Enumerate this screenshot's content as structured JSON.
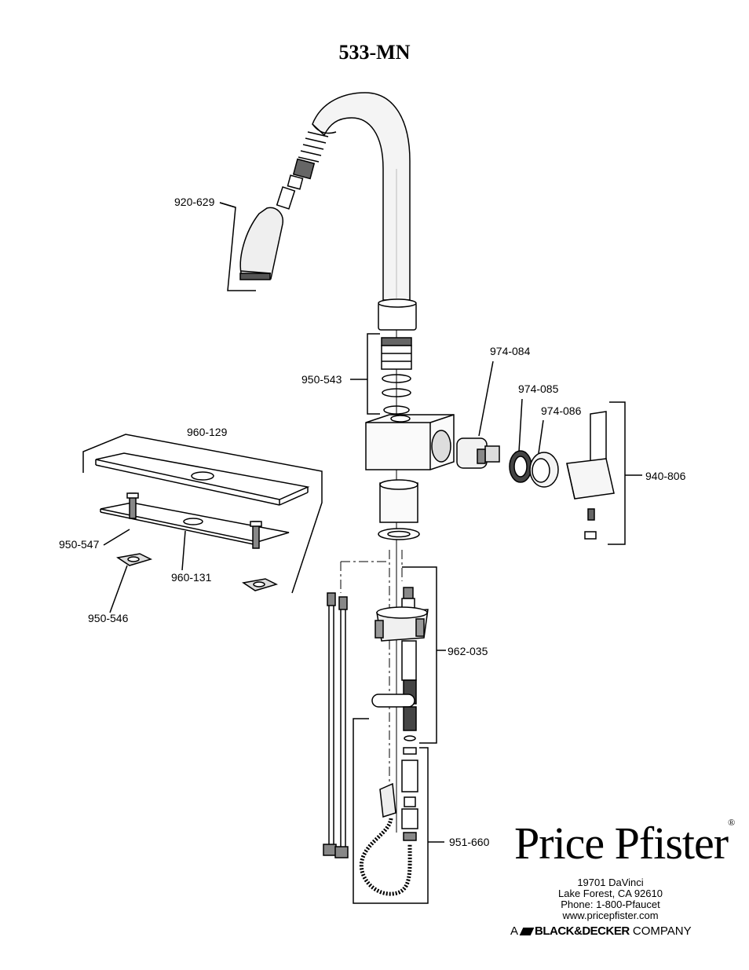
{
  "title": "533-MN",
  "parts": [
    {
      "id": "920-629"
    },
    {
      "id": "950-543"
    },
    {
      "id": "974-084"
    },
    {
      "id": "974-085"
    },
    {
      "id": "974-086"
    },
    {
      "id": "960-129"
    },
    {
      "id": "940-806"
    },
    {
      "id": "950-547"
    },
    {
      "id": "960-131"
    },
    {
      "id": "950-546"
    },
    {
      "id": "962-035"
    },
    {
      "id": "951-660"
    }
  ],
  "brand": {
    "name": "Price Pfister",
    "address": [
      "19701 DaVinci",
      "Lake Forest, CA 92610",
      "Phone: 1-800-Pfaucet",
      "www.pricepfister.com"
    ],
    "company_prefix": "A",
    "company_name": "BLACK&DECKER",
    "company_suffix": "COMPANY"
  }
}
